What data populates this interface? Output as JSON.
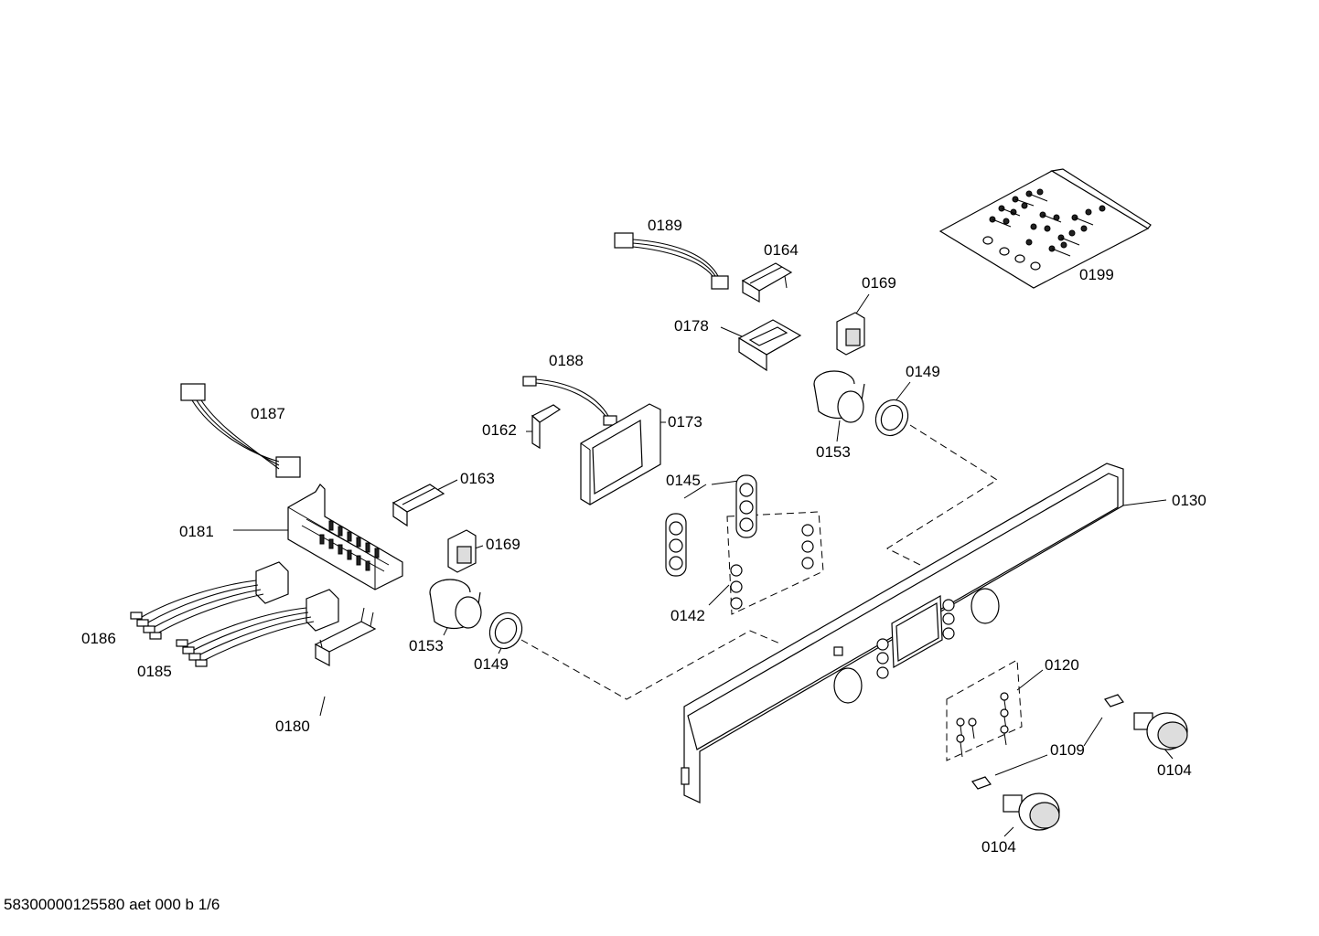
{
  "diagram": {
    "labels": {
      "p0189": "0189",
      "p0164": "0164",
      "p0199": "0199",
      "p0169a": "0169",
      "p0178": "0178",
      "p0149a": "0149",
      "p0188": "0188",
      "p0187": "0187",
      "p0162": "0162",
      "p0173": "0173",
      "p0153a": "0153",
      "p0163": "0163",
      "p0145": "0145",
      "p0130": "0130",
      "p0181": "0181",
      "p0169b": "0169",
      "p0142": "0142",
      "p0186": "0186",
      "p0153b": "0153",
      "p0185": "0185",
      "p0149b": "0149",
      "p0120": "0120",
      "p0180": "0180",
      "p0109": "0109",
      "p0104a": "0104",
      "p0104b": "0104"
    },
    "footer": "58300000125580 aet 000 b 1/6"
  }
}
